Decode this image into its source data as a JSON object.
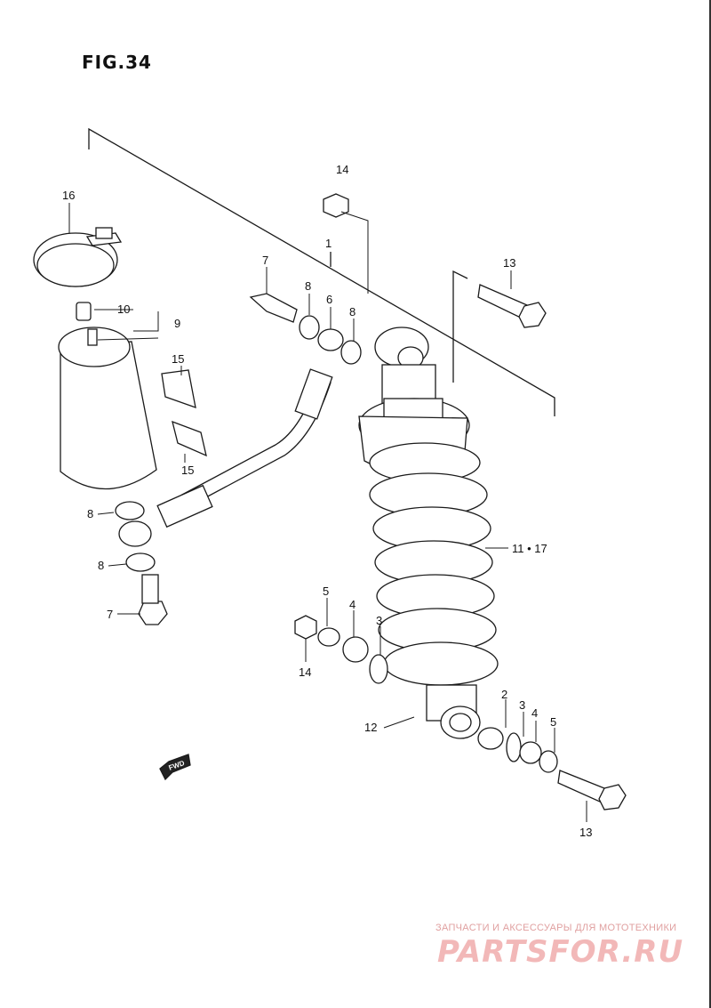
{
  "figure": {
    "title": "FIG.34"
  },
  "labels": {
    "l1": "1",
    "l2": "2",
    "l3a": "3",
    "l3b": "3",
    "l4a": "4",
    "l4b": "4",
    "l5a": "5",
    "l5b": "5",
    "l6": "6",
    "l7a": "7",
    "l7b": "7",
    "l8a": "8",
    "l8b": "8",
    "l8c": "8",
    "l8d": "8",
    "l9": "9",
    "l10": "10",
    "l11": "11 • 17",
    "l12": "12",
    "l13a": "13",
    "l13b": "13",
    "l14a": "14",
    "l14b": "14",
    "l15a": "15",
    "l15b": "15",
    "l16": "16"
  },
  "fwd": "FWD",
  "watermark": {
    "tagline": "ЗАПЧАСТИ И АКСЕССУАРЫ ДЛЯ МОТОТЕХНИКИ",
    "logo": "PARTSFOR.RU"
  }
}
